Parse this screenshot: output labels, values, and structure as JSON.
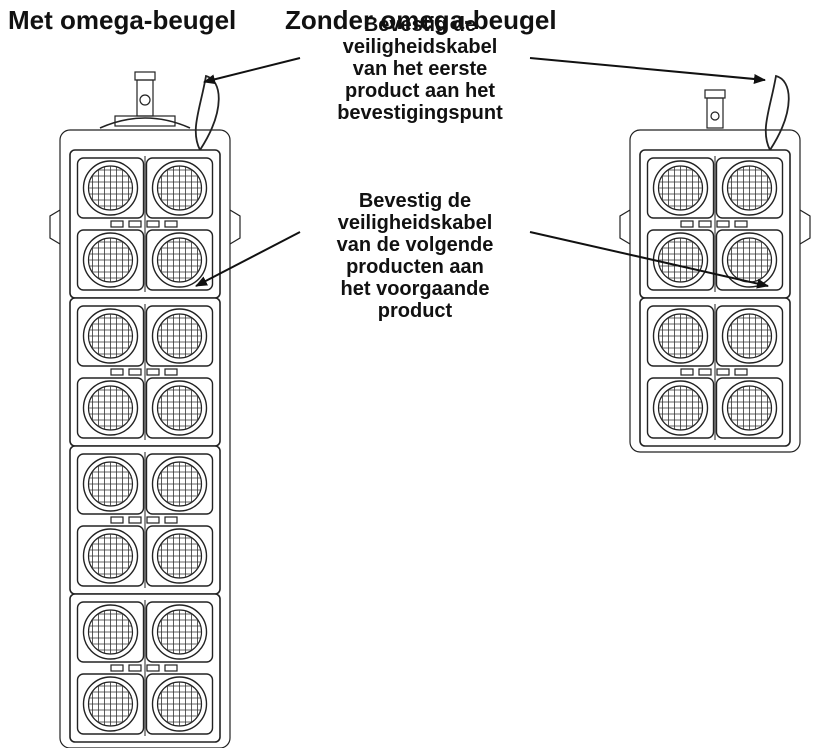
{
  "headings": {
    "left": "Met omega-beugel",
    "right": "Zonder omega-beugel"
  },
  "callouts": {
    "first": [
      "Bevestig de",
      "veiligheidskabel",
      "van het eerste",
      "product aan het",
      "bevestigingspunt"
    ],
    "next": [
      "Bevestig de",
      "veiligheidskabel",
      "van de volgende",
      "producten aan",
      "het voorgaande",
      "product"
    ]
  },
  "stacks": {
    "left": {
      "units": 4
    },
    "right": {
      "units": 2
    }
  }
}
